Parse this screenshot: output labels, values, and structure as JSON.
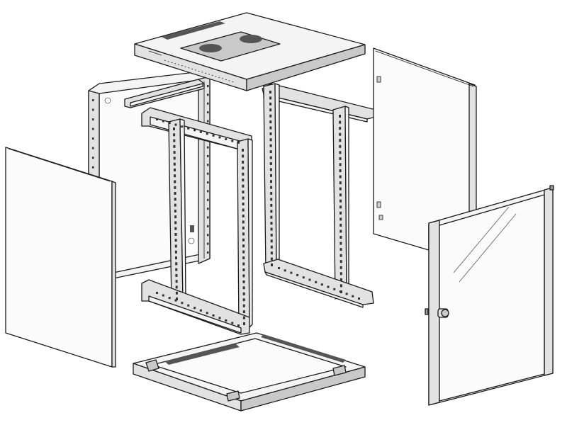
{
  "diagram": {
    "type": "exploded-view",
    "parts": [
      "top-cover",
      "back-frame-panel",
      "left-side-panel",
      "right-side-panel",
      "front-glass-door",
      "front-rack-frame",
      "rear-rack-frame",
      "bottom-base"
    ],
    "colors": {
      "outline": "#1a1a1a",
      "panel_fill": "#f4f4f4",
      "vent_fill": "#555555",
      "background": "#ffffff"
    }
  }
}
